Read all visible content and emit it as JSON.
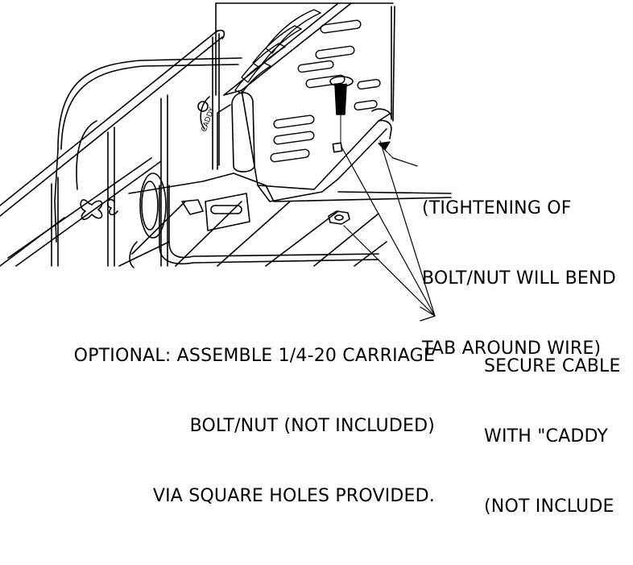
{
  "diagram": {
    "stroke_color": "#000000",
    "background_color": "#ffffff",
    "bolt_label": "CADDY"
  },
  "callouts": {
    "tab_bend": {
      "lines": [
        "(TIGHTENING OF",
        "BOLT/NUT WILL BEND",
        "TAB AROUND WIRE)"
      ]
    },
    "optional_bolt": {
      "lines": [
        "OPTIONAL: ASSEMBLE 1/4-20 CARRIAGE",
        "BOLT/NUT (NOT INCLUDED)",
        "VIA SQUARE HOLES PROVIDED."
      ]
    },
    "secure_cable": {
      "lines": [
        "SECURE CABLE",
        "WITH \"CADDY",
        "(NOT INCLUDE"
      ]
    }
  }
}
